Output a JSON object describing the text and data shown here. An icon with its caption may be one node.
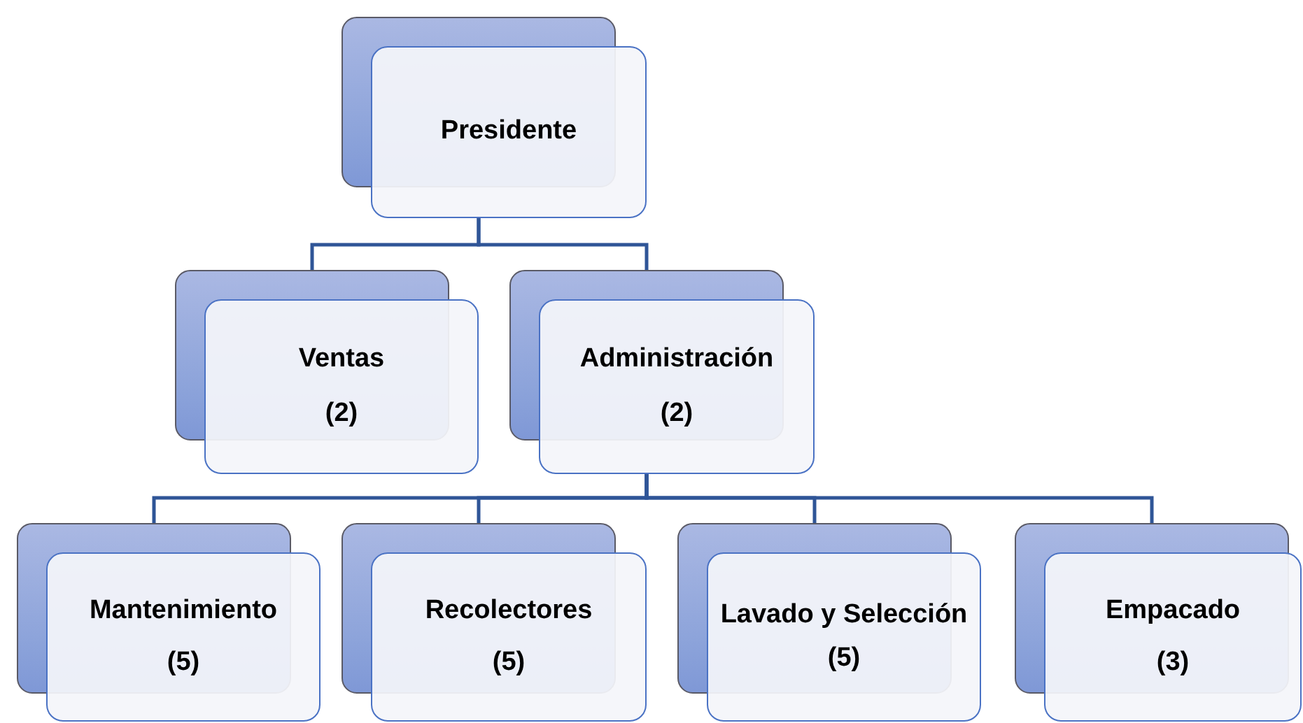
{
  "diagram": {
    "nodes": [
      {
        "text": [
          "Presidente"
        ]
      },
      {
        "text": [
          "Ventas",
          "(2)"
        ]
      },
      {
        "text": [
          "Administración",
          "(2)"
        ]
      },
      {
        "text": [
          "Mantenimiento",
          "(5)"
        ]
      },
      {
        "text": [
          "Recolectores",
          "(5)"
        ]
      },
      {
        "text": [
          "Lavado y Selección",
          "(5)"
        ]
      },
      {
        "text": [
          "Empacado",
          "(3)"
        ]
      }
    ],
    "edges": [
      {
        "from": 0,
        "to": 1,
        "arrow": "none"
      },
      {
        "from": 0,
        "to": 2,
        "arrow": "none"
      },
      {
        "from": 2,
        "to": 3,
        "arrow": "none"
      },
      {
        "from": 2,
        "to": 4,
        "arrow": "none"
      },
      {
        "from": 2,
        "to": 5,
        "arrow": "none"
      },
      {
        "from": 2,
        "to": 6,
        "arrow": "none"
      }
    ]
  }
}
